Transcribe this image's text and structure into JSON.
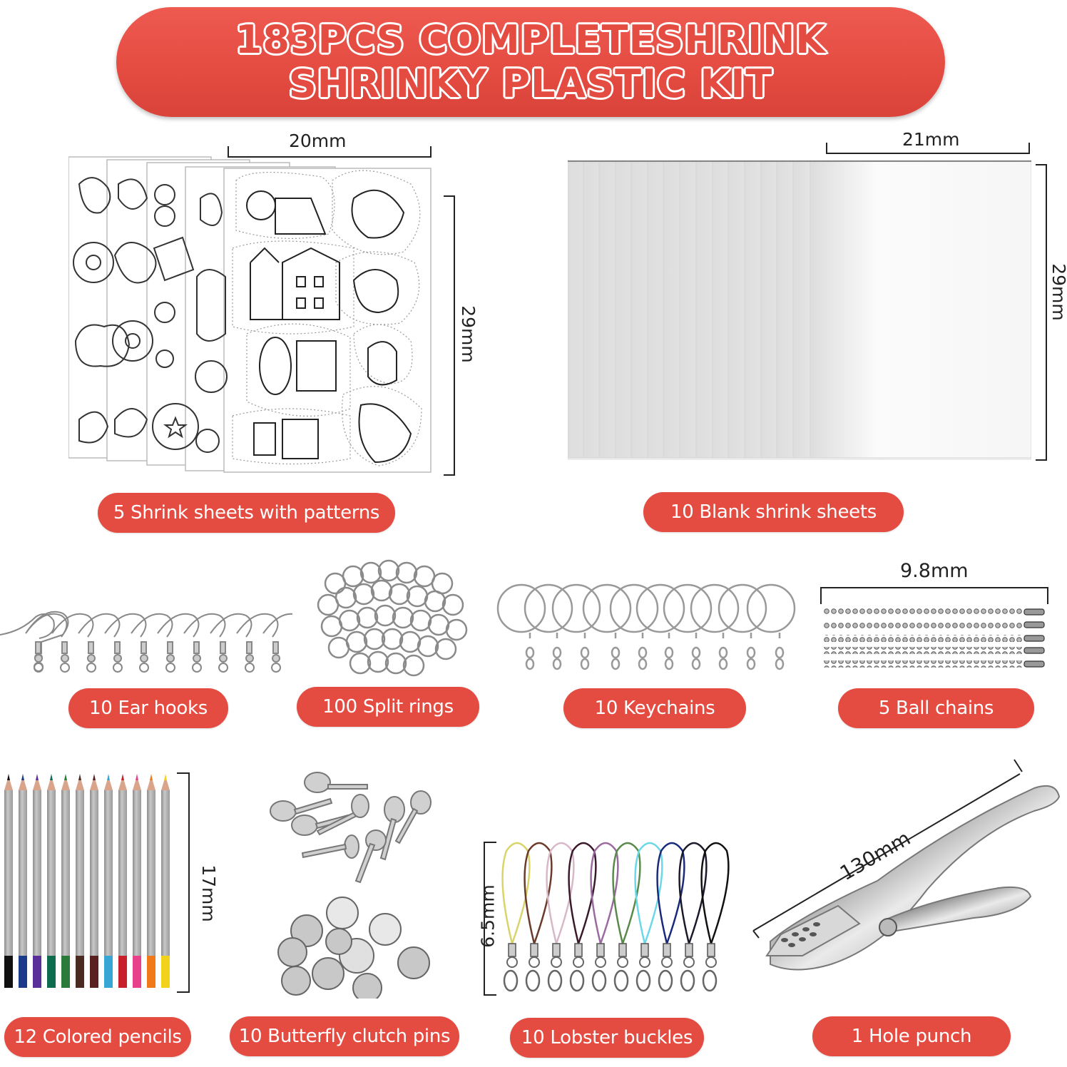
{
  "banner": {
    "line1": "183PCS COMPLETESHRINK",
    "line2": "SHRINKY PLASTIC KIT",
    "color": "#e44b41"
  },
  "items": [
    {
      "label": "5 Shrink sheets with patterns",
      "dims": [
        "20mm",
        "29mm"
      ],
      "icon": "pattern-sheets-icon"
    },
    {
      "label": "10 Blank shrink sheets",
      "dims": [
        "21mm",
        "29mm"
      ],
      "icon": "blank-sheets-icon"
    },
    {
      "label": "10 Ear hooks",
      "dims": [],
      "icon": "ear-hooks-icon"
    },
    {
      "label": "100 Split rings",
      "dims": [],
      "icon": "split-rings-icon"
    },
    {
      "label": "10 Keychains",
      "dims": [],
      "icon": "keychains-icon"
    },
    {
      "label": "5 Ball chains",
      "dims": [
        "9.8mm"
      ],
      "icon": "ball-chains-icon"
    },
    {
      "label": "12 Colored pencils",
      "dims": [
        "17mm"
      ],
      "icon": "pencils-icon"
    },
    {
      "label": "10 Butterfly clutch pins",
      "dims": [],
      "icon": "clutch-pins-icon"
    },
    {
      "label": "10 Lobster buckles",
      "dims": [
        "6.5mm"
      ],
      "icon": "lobster-buckles-icon"
    },
    {
      "label": "1 Hole punch",
      "dims": [
        "130mm"
      ],
      "icon": "hole-punch-icon"
    }
  ],
  "pencil_colors": [
    "#111111",
    "#1c3a8a",
    "#5b2f9a",
    "#0f6b4e",
    "#2a7a38",
    "#4a2b22",
    "#5a1f1f",
    "#38a6d4",
    "#c8202a",
    "#e8408a",
    "#f07a1a",
    "#f2d21a"
  ],
  "lobster_cord_colors": [
    "#d8d46a",
    "#6b3a2a",
    "#d8b8c8",
    "#3a1a2a",
    "#9a6aa0",
    "#5a8a4a",
    "#6ad8e8",
    "#1a2a7a",
    "#1a1a2a",
    "#111111"
  ]
}
